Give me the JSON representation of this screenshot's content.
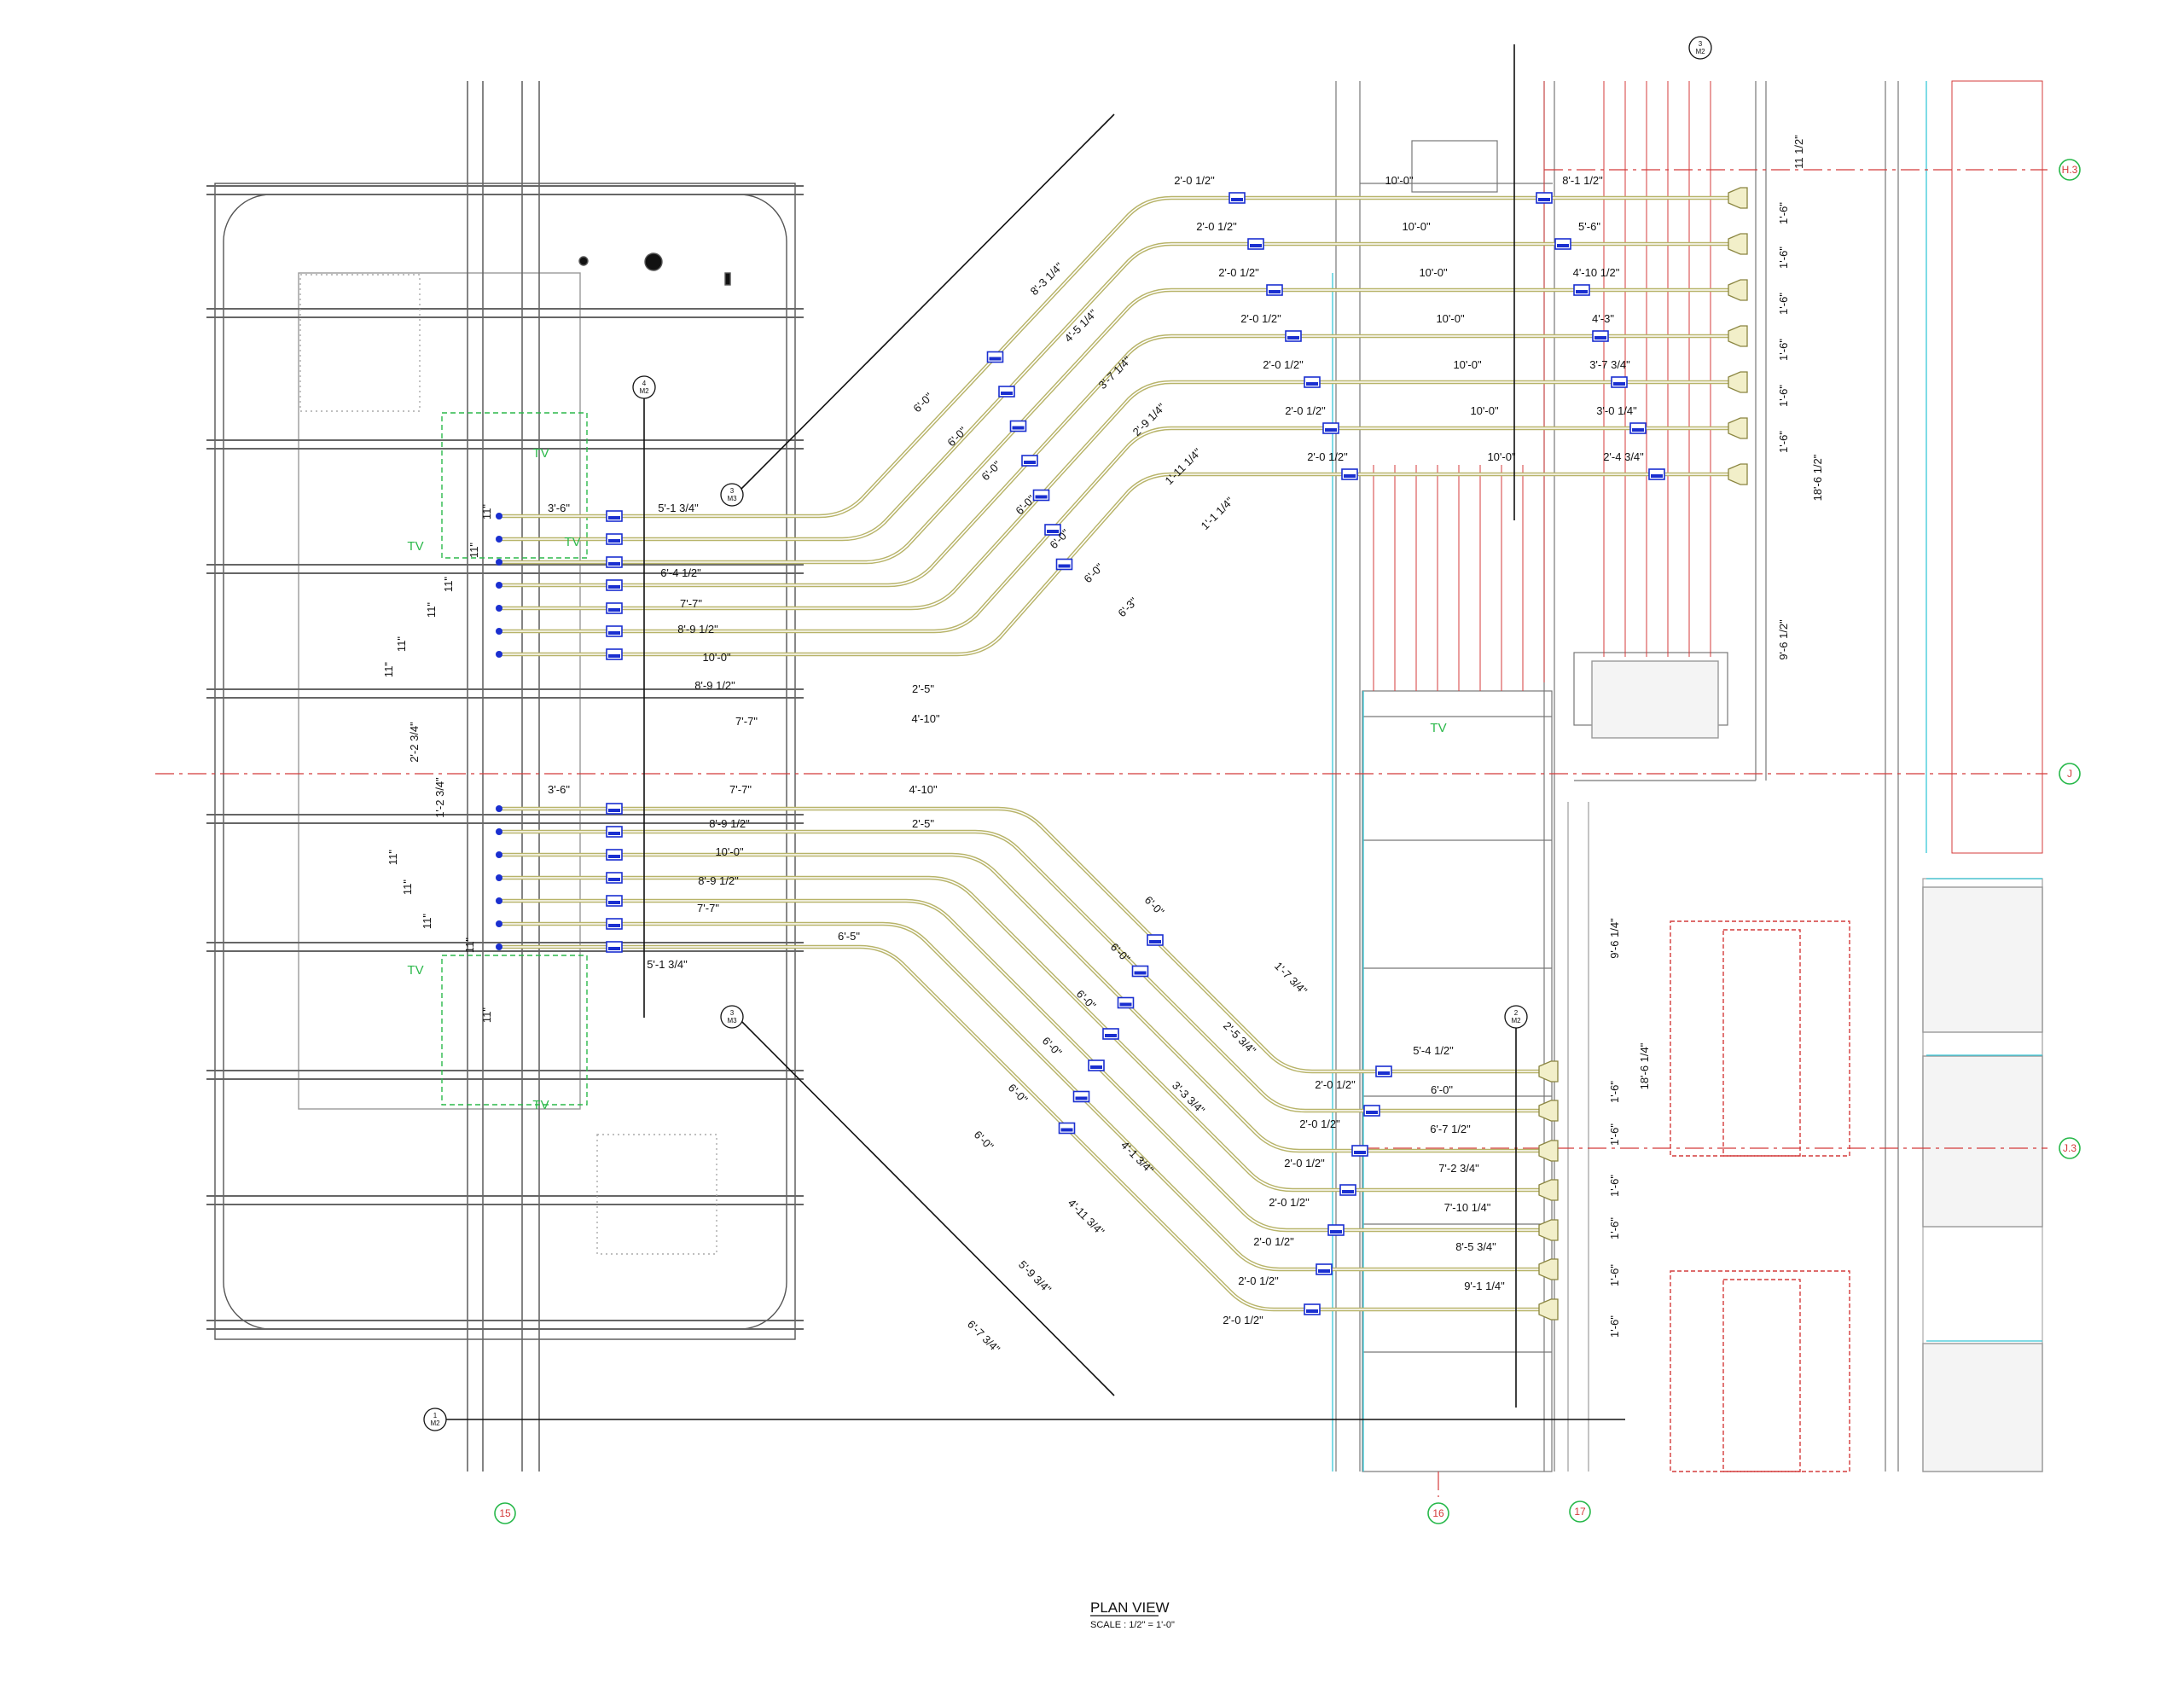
{
  "title": {
    "name": "PLAN VIEW",
    "scale": "SCALE : 1/2\" = 1'-0\""
  },
  "colors": {
    "pipe": "#b8b46a",
    "hanger": "#1a2fd0",
    "grid_line": "#d43b3b",
    "grid_bubble": "#27b84a",
    "structure": "#555555",
    "cyan": "#38c8d8",
    "tv": "#2bb84a"
  },
  "grid_bubbles": {
    "c15": "15",
    "c16": "16",
    "c17": "17",
    "h3": "H.3",
    "j": "J",
    "j3": "J.3"
  },
  "section_tags": {
    "top": {
      "num": "3",
      "sheet": "M2"
    },
    "mid": {
      "num": "4",
      "sheet": "M2"
    },
    "left_up": {
      "num": "3",
      "sheet": "M3"
    },
    "left_down": {
      "num": "3",
      "sheet": "M3"
    },
    "right": {
      "num": "2",
      "sheet": "M2"
    },
    "bottom": {
      "num": "1",
      "sheet": "M2"
    }
  },
  "tv_labels": {
    "a": "TV",
    "b": "TV",
    "c": "TV",
    "d": "TV",
    "e": "TV",
    "f": "TV"
  },
  "dims": {
    "top_right_runs": [
      "8'-1 1/2\"",
      "5'-6\"",
      "4'-10 1/2\"",
      "4'-3\"",
      "3'-7 3/4\"",
      "3'-0 1/4\"",
      "2'-4 3/4\""
    ],
    "top_ten": [
      "10'-0\"",
      "10'-0\"",
      "10'-0\"",
      "10'-0\"",
      "10'-0\"",
      "10'-0\"",
      "10'-0\""
    ],
    "top_two": [
      "2'-0 1/2\"",
      "2'-0 1/2\"",
      "2'-0 1/2\"",
      "2'-0 1/2\"",
      "2'-0 1/2\"",
      "2'-0 1/2\"",
      "2'-0 1/2\""
    ],
    "top_right_side": [
      "11 1/2\"",
      "1'-6\"",
      "1'-6\"",
      "1'-6\"",
      "1'-6\"",
      "1'-6\"",
      "1'-6\"",
      "18'-6 1/2\"",
      "9'-6 1/2\""
    ],
    "upper_diag": [
      "8'-3 1/4\"",
      "4'-5 1/4\"",
      "3'-7 1/4\"",
      "2'-9 1/4\"",
      "1'-11 1/4\"",
      "1'-1 1/4\""
    ],
    "upper_diag_six": [
      "6'-0\"",
      "6'-0\"",
      "6'-0\"",
      "6'-0\"",
      "6'-0\"",
      "6'-0\"",
      "6'-3\""
    ],
    "left_upper": [
      "3'-6\"",
      "5'-1 3/4\"",
      "6'-4 1/2\"",
      "7'-7\"",
      "8'-9 1/2\"",
      "10'-0\"",
      "8'-9 1/2\"",
      "7'-7\"",
      "4'-10\"",
      "2'-5\""
    ],
    "left_side": [
      "11\"",
      "11\"",
      "11\"",
      "11\"",
      "11\"",
      "11\"",
      "2'-2 3/4\"",
      "1'-2 3/4\"",
      "11\"",
      "11\"",
      "11\"",
      "11\"",
      "11\""
    ],
    "left_lower": [
      "3'-6\"",
      "7'-7\"",
      "4'-10\"",
      "8'-9 1/2\"",
      "2'-5\"",
      "10'-0\"",
      "8'-9 1/2\"",
      "7'-7\"",
      "6'-5\"",
      "5'-1 3/4\""
    ],
    "lower_diag": [
      "1'-7 3/4\"",
      "2'-5 3/4\"",
      "3'-3 3/4\"",
      "4'-1 3/4\"",
      "4'-11 3/4\"",
      "5'-9 3/4\"",
      "6'-7 3/4\""
    ],
    "lower_diag_six": [
      "6'-0\"",
      "6'-0\"",
      "6'-0\"",
      "6'-0\"",
      "6'-0\"",
      "6'-0\""
    ],
    "bottom_right_runs": [
      "5'-4 1/2\"",
      "6'-0\"",
      "6'-7 1/2\"",
      "7'-2 3/4\"",
      "7'-10 1/4\"",
      "8'-5 3/4\"",
      "9'-1 1/4\""
    ],
    "bottom_two": [
      "2'-0 1/2\"",
      "2'-0 1/2\"",
      "2'-0 1/2\"",
      "2'-0 1/2\"",
      "2'-0 1/2\"",
      "2'-0 1/2\"",
      "2'-0 1/2\""
    ],
    "bottom_right_side": [
      "9'-6 1/4\"",
      "18'-6 1/4\"",
      "1'-6\"",
      "1'-6\"",
      "1'-6\"",
      "1'-6\"",
      "1'-6\"",
      "1'-6\""
    ]
  }
}
